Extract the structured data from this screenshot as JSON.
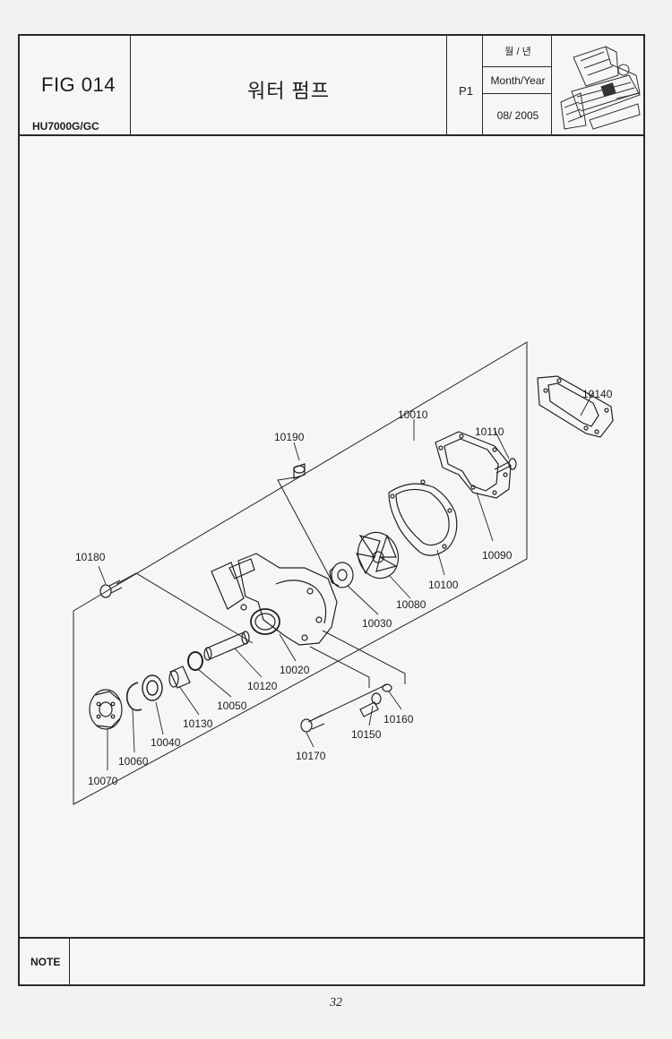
{
  "header": {
    "fig_label": "FIG 014",
    "model": "HU7000G/GC",
    "title": "워터 펌프",
    "page_code": "P1",
    "date_label_korean": "월 / 년",
    "date_label_english": "Month/Year",
    "date_value": "08/ 2005",
    "thumbnail_icon": "crawler-machine-icon"
  },
  "parts": [
    {
      "id": "p10010",
      "label": "10010"
    },
    {
      "id": "p10190",
      "label": "10190"
    },
    {
      "id": "p10110",
      "label": "10110"
    },
    {
      "id": "p10140",
      "label": "10140"
    },
    {
      "id": "p10180",
      "label": "10180"
    },
    {
      "id": "p10090",
      "label": "10090"
    },
    {
      "id": "p10100",
      "label": "10100"
    },
    {
      "id": "p10080",
      "label": "10080"
    },
    {
      "id": "p10030",
      "label": "10030"
    },
    {
      "id": "p10020",
      "label": "10020"
    },
    {
      "id": "p10120",
      "label": "10120"
    },
    {
      "id": "p10050",
      "label": "10050"
    },
    {
      "id": "p10130",
      "label": "10130"
    },
    {
      "id": "p10040",
      "label": "10040"
    },
    {
      "id": "p10060",
      "label": "10060"
    },
    {
      "id": "p10070",
      "label": "10070"
    },
    {
      "id": "p10160",
      "label": "10160"
    },
    {
      "id": "p10150",
      "label": "10150"
    },
    {
      "id": "p10170",
      "label": "10170"
    }
  ],
  "note": {
    "label": "NOTE"
  },
  "footer": {
    "page_number": "32"
  }
}
